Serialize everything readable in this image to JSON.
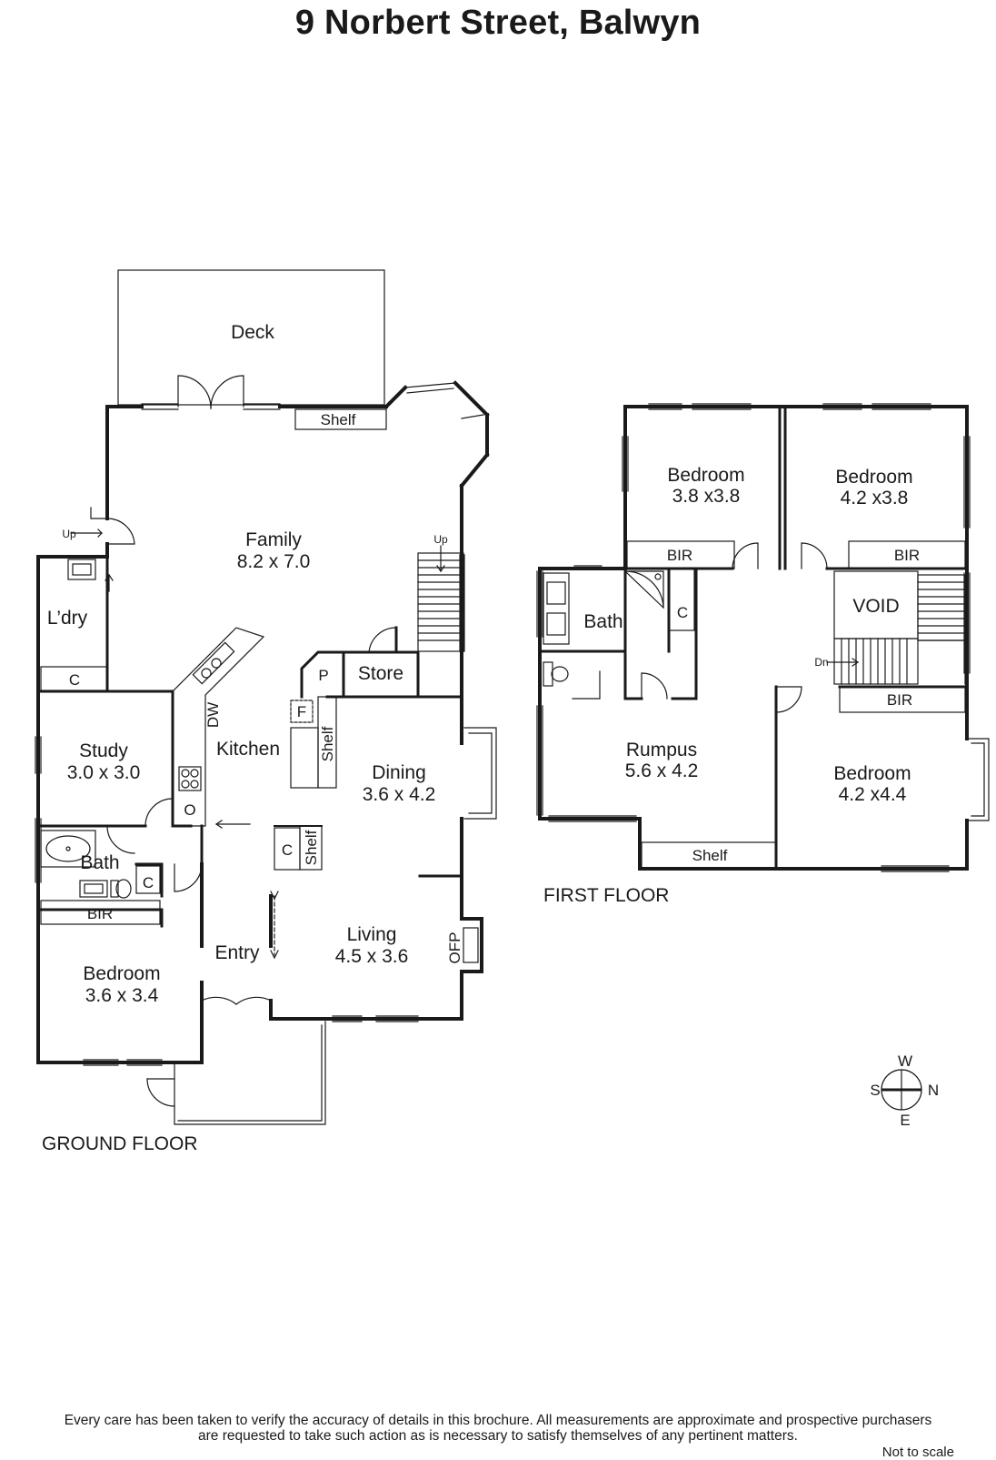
{
  "title": "9 Norbert Street, Balwyn",
  "floors": {
    "ground": "GROUND FLOOR",
    "first": "FIRST FLOOR"
  },
  "ground_rooms": {
    "deck": "Deck",
    "deck_shelf": "Shelf",
    "family_name": "Family",
    "family_size": "8.2 x 7.0",
    "laundry_up": "Up",
    "laundry": "L’dry",
    "laundry_cupboard": "C",
    "stair_up": "Up",
    "pantry": "P",
    "store": "Store",
    "dishwasher": "DW",
    "kitchen": "Kitchen",
    "fridge": "F",
    "kitchen_shelf": "Shelf",
    "oven": "O",
    "dining_name": "Dining",
    "dining_size": "3.6 x 4.2",
    "study_name": "Study",
    "study_size": "3.0 x 3.0",
    "bath": "Bath",
    "bath_cupboard": "C",
    "bir": "BIR",
    "hall_cupboard": "C",
    "hall_shelf": "Shelf",
    "entry": "Entry",
    "living_name": "Living",
    "living_size": "4.5 x 3.6",
    "ofp": "OFP",
    "bedroom_name": "Bedroom",
    "bedroom_size": "3.6 x 3.4"
  },
  "first_rooms": {
    "bed1_name": "Bedroom",
    "bed1_size": "3.8 x3.8",
    "bed2_name": "Bedroom",
    "bed2_size": "4.2 x3.8",
    "bir1": "BIR",
    "bir2": "BIR",
    "bath": "Bath",
    "bath_cupboard": "C",
    "void": "VOID",
    "stair_down": "Dn",
    "bir3": "BIR",
    "rumpus_name": "Rumpus",
    "rumpus_size": "5.6 x 4.2",
    "rumpus_shelf": "Shelf",
    "bed3_name": "Bedroom",
    "bed3_size": "4.2 x4.4"
  },
  "compass": {
    "w": "W",
    "s": "S",
    "n": "N",
    "e": "E"
  },
  "disclaimer_line1": "Every care has been taken to verify the accuracy of details in this brochure.  All measurements are approximate and prospective purchasers",
  "disclaimer_line2": "are requested to take such action as is necessary to satisfy themselves of any pertinent matters.",
  "not_to_scale": "Not to scale"
}
